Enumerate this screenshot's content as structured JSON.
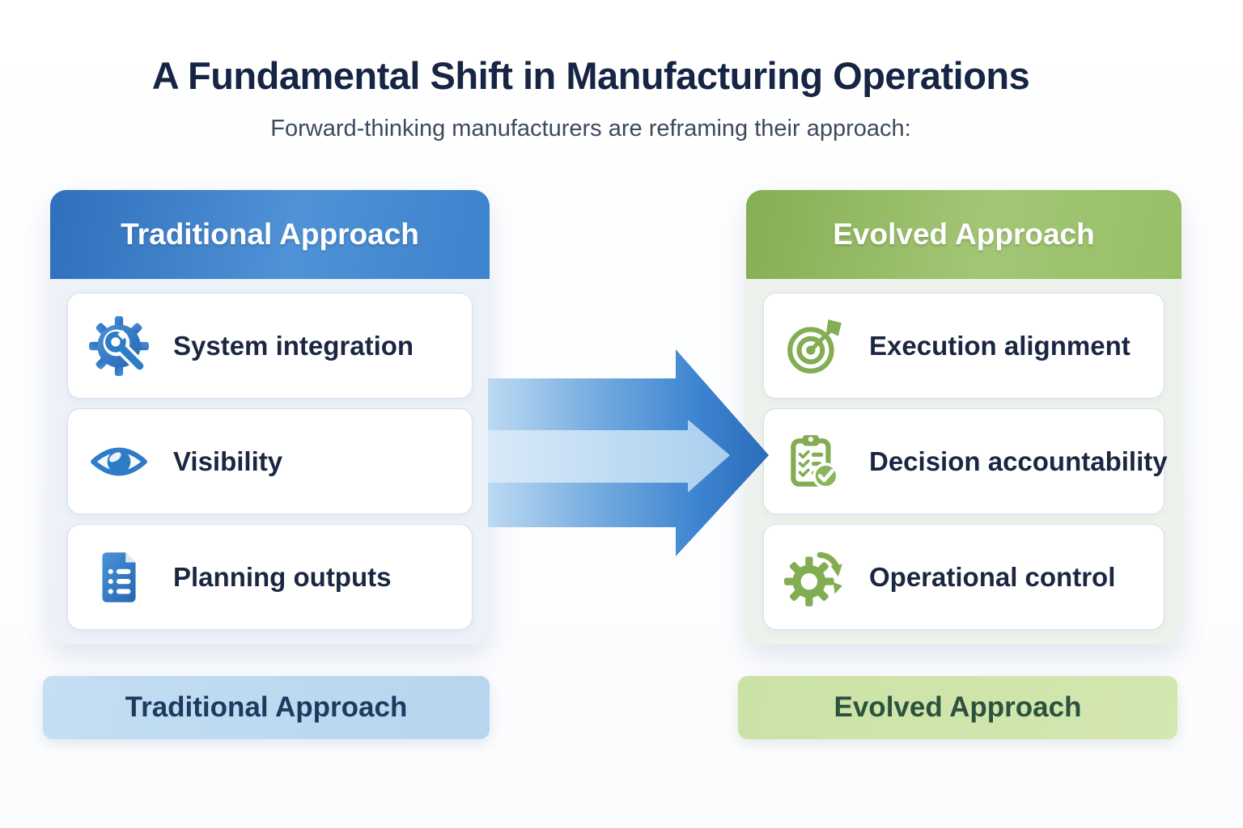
{
  "header": {
    "title": "A Fundamental Shift in Manufacturing Operations",
    "subtitle": "Forward-thinking manufacturers are reframing their approach:"
  },
  "traditional": {
    "header_label": "Traditional Approach",
    "footer_label": "Traditional Approach",
    "items": [
      {
        "label": "System integration",
        "icon": "gear-wrench-icon"
      },
      {
        "label": "Visibility",
        "icon": "eye-icon"
      },
      {
        "label": "Planning outputs",
        "icon": "document-list-icon"
      }
    ]
  },
  "evolved": {
    "header_label": "Evolved Approach",
    "footer_label": "Evolved Approach",
    "items": [
      {
        "label": "Execution alignment",
        "icon": "target-dart-icon"
      },
      {
        "label": "Decision accountability",
        "icon": "clipboard-check-icon"
      },
      {
        "label": "Operational control",
        "icon": "gear-refresh-icon"
      }
    ]
  },
  "arrow": {
    "direction": "right"
  },
  "colors": {
    "traditional_accent": "#3579c6",
    "traditional_icon": "#2e7bc7",
    "evolved_accent": "#8bb35b",
    "evolved_icon": "#83ad52",
    "title_text": "#172544",
    "item_text": "#1b2742",
    "traditional_card_bg": "#edf1f8",
    "evolved_card_bg": "#eef2ec",
    "traditional_footer_bg": "#bdd9f0",
    "evolved_footer_bg": "#cfe4aa"
  }
}
